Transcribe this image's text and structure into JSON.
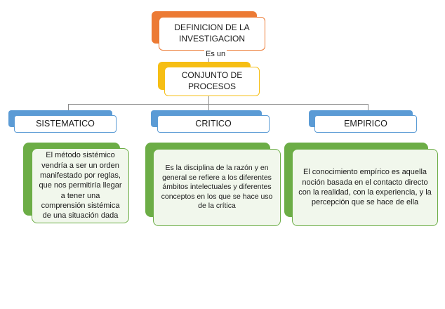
{
  "root": {
    "label": "DEFINICION DE LA INVESTIGACION"
  },
  "relation": {
    "label": "Es un"
  },
  "level2": {
    "label": "CONJUNTO DE PROCESOS"
  },
  "categories": [
    {
      "label": "SISTEMATICO",
      "description": "El método sistémico vendría a ser un orden manifestado por reglas, que nos permitiría llegar a tener una comprensión sistémica de una situación dada"
    },
    {
      "label": "CRITICO",
      "description": "Es la disciplina de la razón y en general se refiere a los diferentes ámbitos intelectuales y diferentes conceptos en los que se hace uso de la crítica"
    },
    {
      "label": "EMPIRICO",
      "description": "El conocimiento empírico es aquella noción basada en el contacto directo con la realidad, con la experiencia, y la percepción que se hace de ella"
    }
  ],
  "colors": {
    "root_accent": "#ec7a34",
    "level2_accent": "#f6be14",
    "category_accent": "#5b9bd5",
    "description_accent": "#6cad46",
    "connector": "#8a8a8a"
  }
}
